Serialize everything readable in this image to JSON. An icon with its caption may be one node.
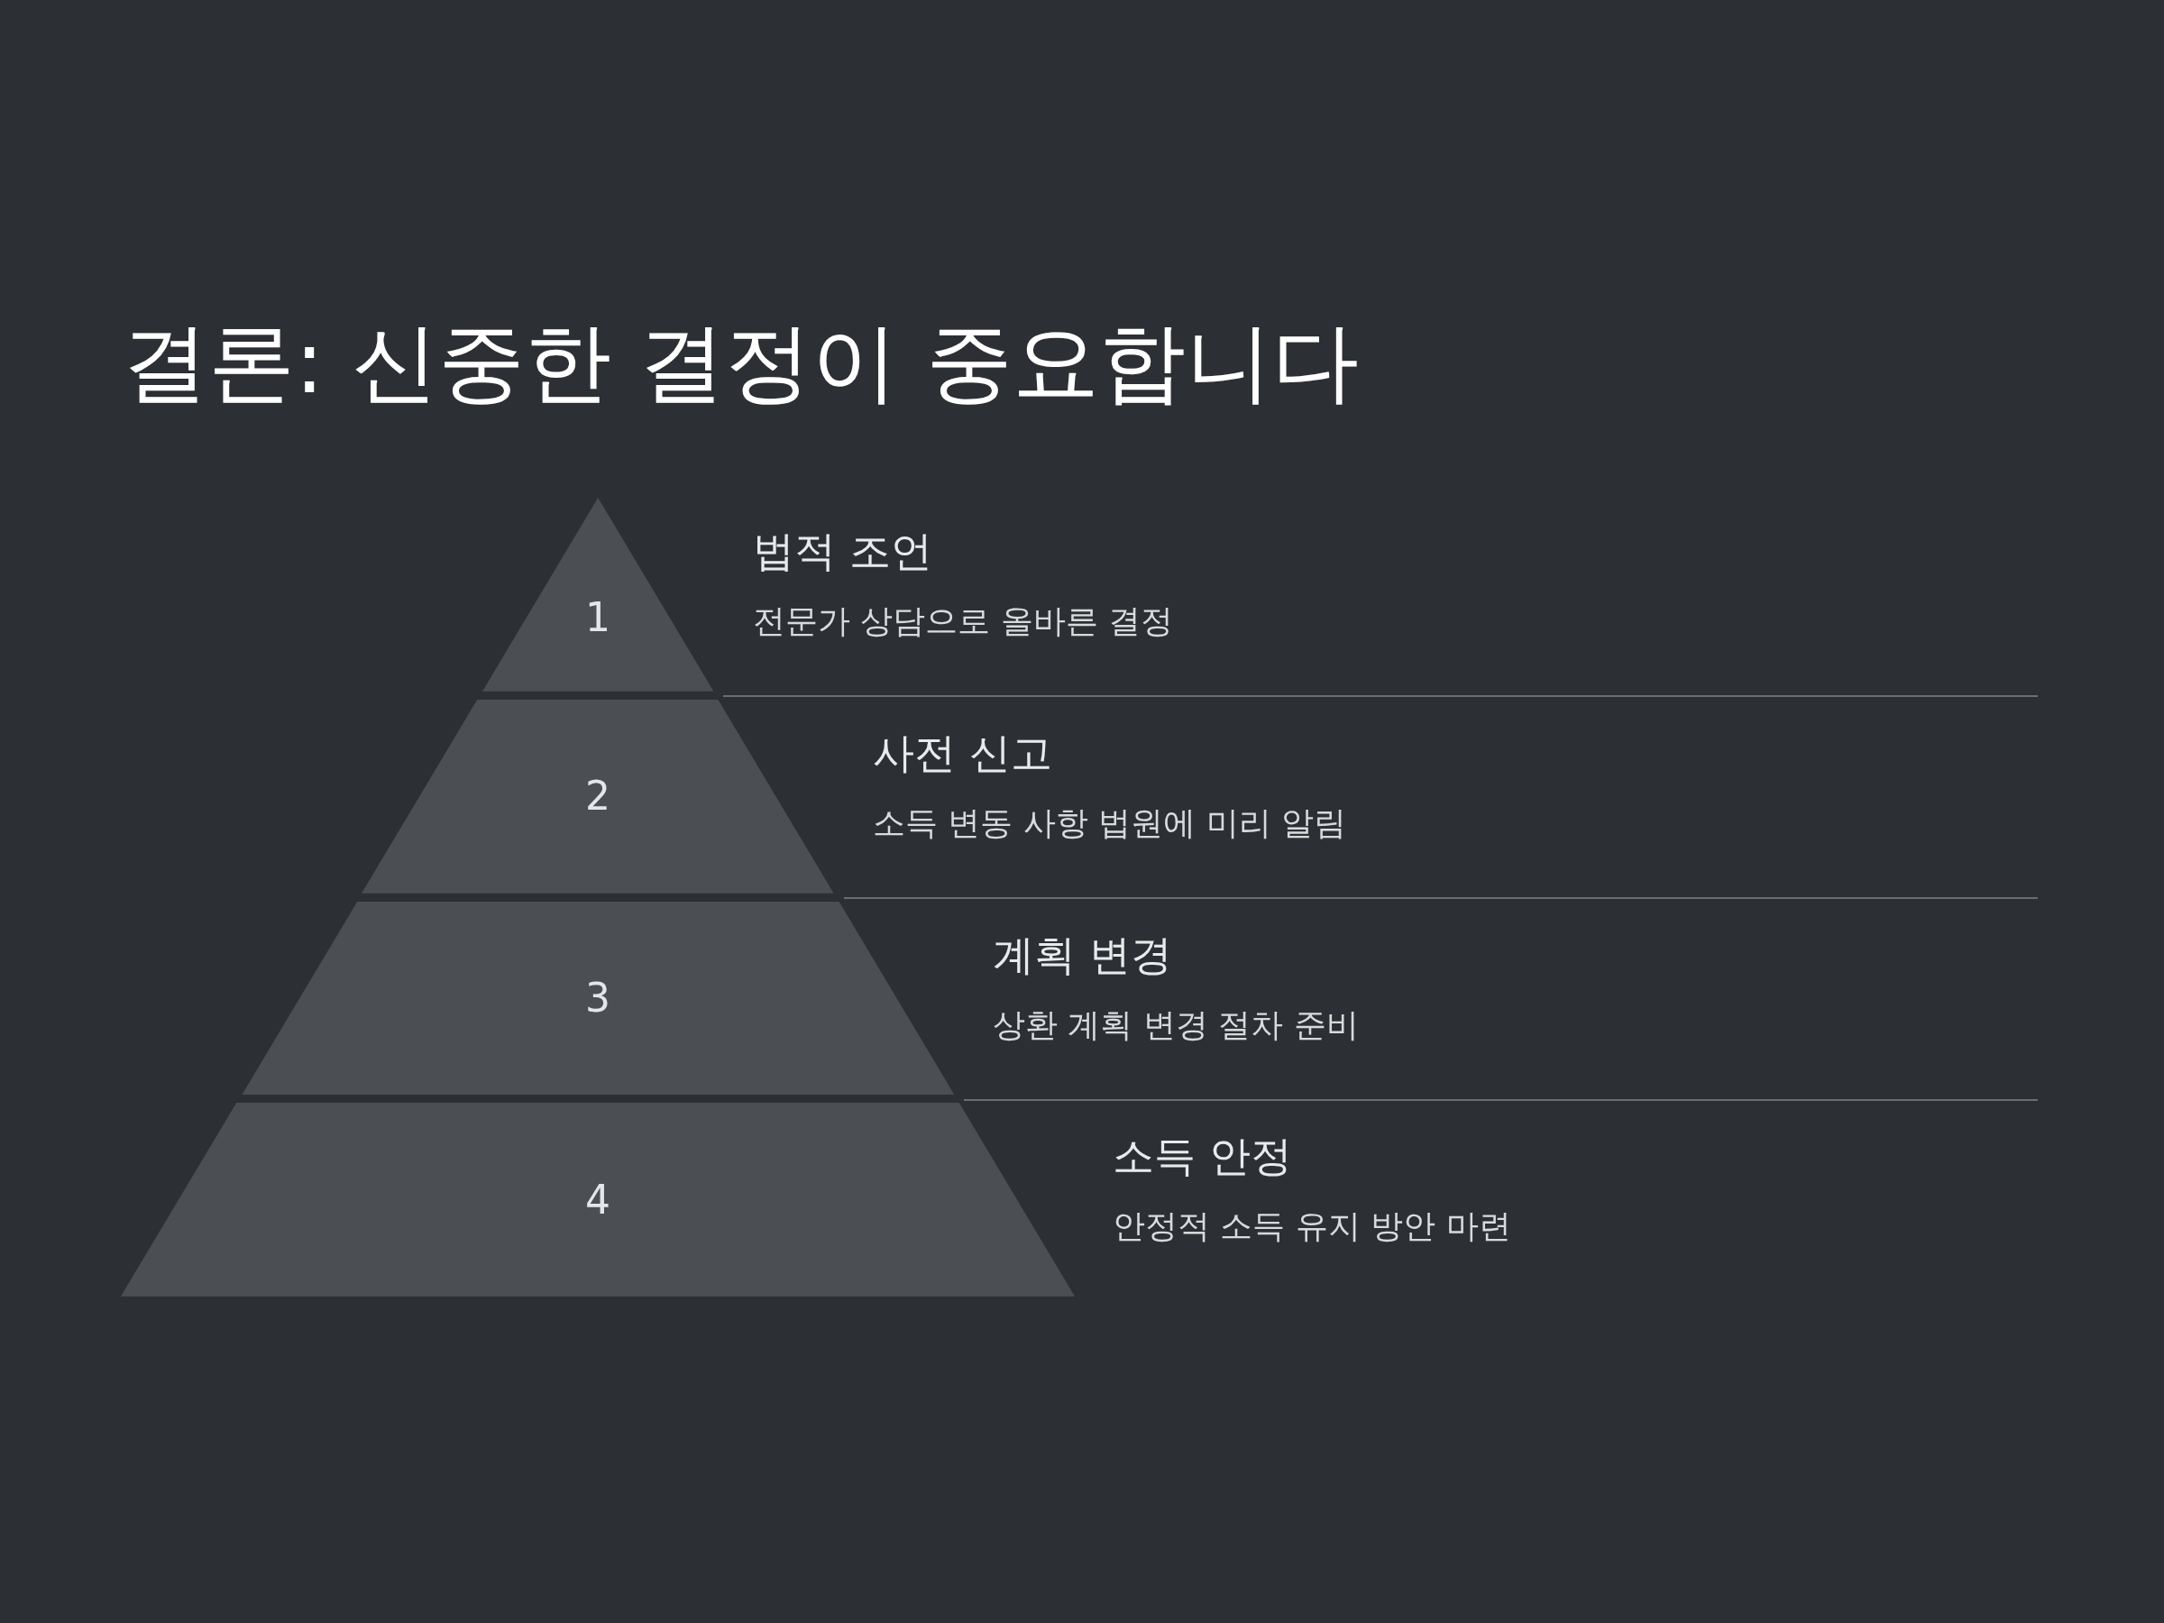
{
  "diagram": {
    "title": "결론: 신중한 결정이 중요합니다",
    "nodes": [
      {
        "text": [
          "1"
        ],
        "beside": [
          "법적 조언",
          "전문가 상담으로 올바른 결정"
        ]
      },
      {
        "text": [
          "2"
        ],
        "beside": [
          "사전 신고",
          "소득 변동 사항 법원에 미리 알림"
        ]
      },
      {
        "text": [
          "3"
        ],
        "beside": [
          "계획 변경",
          "상환 계획 변경 절차 준비"
        ]
      },
      {
        "text": [
          "4"
        ],
        "beside": [
          "소득 안정",
          "안정적 소득 유지 방안 마련"
        ]
      }
    ],
    "edges": []
  }
}
